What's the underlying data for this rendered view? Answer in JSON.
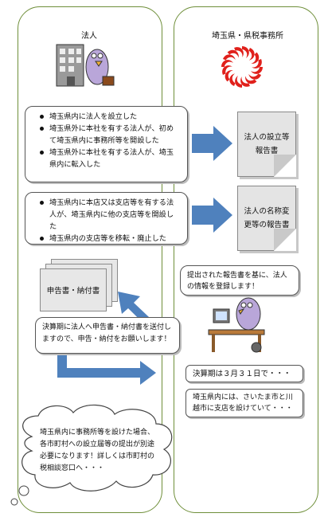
{
  "left_column": {
    "heading": "法人"
  },
  "right_column": {
    "heading": "埼玉県・県税事務所"
  },
  "bubble_establish": {
    "items": [
      "埼玉県内に法人を設立した",
      "埼玉県外に本社を有する法人が、初めて埼玉県内に事務所等を開設した",
      "埼玉県外に本社を有する法人が、埼玉県内に転入した"
    ]
  },
  "bubble_change": {
    "items": [
      "埼玉県内に本店又は支店等を有する法人が、埼玉県内に他の支店等を開設した",
      "埼玉県内の支店等を移転・廃止した"
    ]
  },
  "doc_establish": {
    "line1": "法人の設立等",
    "line2": "報告書"
  },
  "doc_change": {
    "line1": "法人の名称変",
    "line2": "更等の報告書"
  },
  "doc_return": {
    "label": "申告書・納付書"
  },
  "bubble_register": {
    "text": "提出された報告書を基に、法人の情報を登録します！"
  },
  "bubble_send": {
    "text": "決算期に法人へ申告書・納付書を送付しますので、申告・納付をお願いします！"
  },
  "note_fiscal": {
    "text": "決算期は３月３１日で・・・"
  },
  "note_branch": {
    "text": "埼玉県内には、さいたま市と川越市に支店を設けていて・・・"
  },
  "cloud_notice": {
    "text": "埼玉県内に事務所等を設けた場合、各市町村への設立届等の提出が別途必要になります！詳しくは市町村の税相談窓口へ・・・"
  },
  "colors": {
    "arrow_fill": "#4f81bd",
    "column_border": "#6f8f3a",
    "emblem_red": "#e0201b"
  }
}
